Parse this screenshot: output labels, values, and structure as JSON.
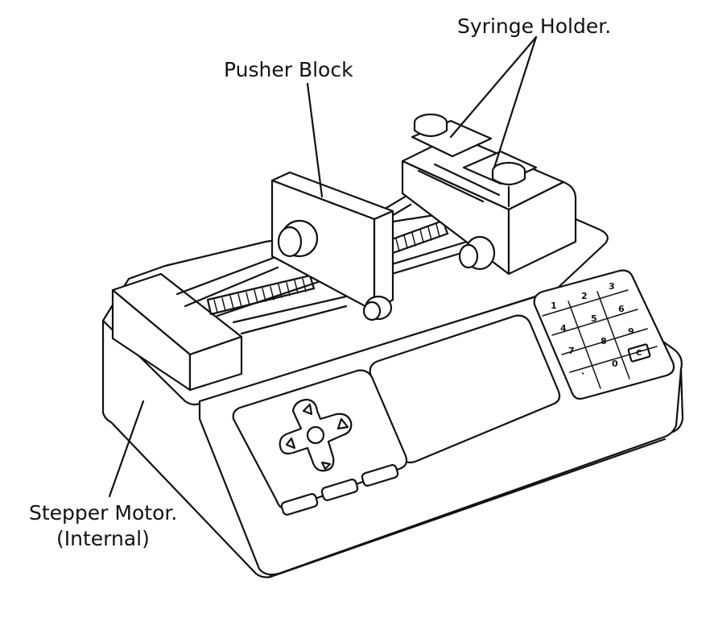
{
  "labels": {
    "syringe_holder": "Syringe Holder.",
    "pusher_block": "Pusher Block",
    "stepper_motor_line1": "Stepper Motor.",
    "stepper_motor_line2": "(Internal)"
  },
  "keypad": {
    "keys": [
      "1",
      "2",
      "3",
      "4",
      "5",
      "6",
      "7",
      "8",
      "9",
      "·",
      "0",
      "C"
    ]
  }
}
